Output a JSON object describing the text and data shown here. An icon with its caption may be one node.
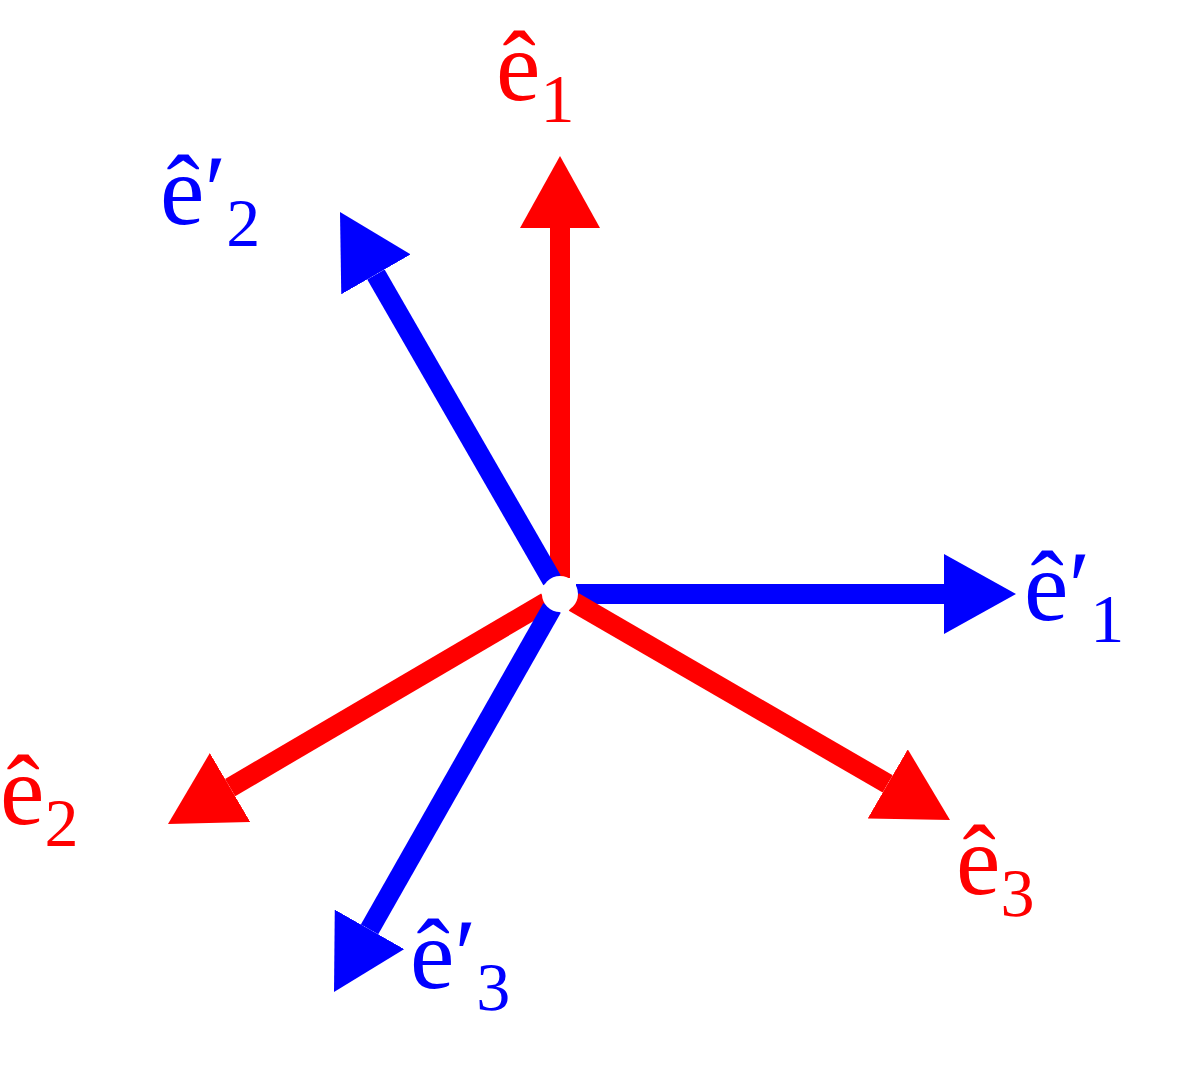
{
  "diagram": {
    "nodes": [
      {
        "text": [],
        "shape": "circle"
      },
      {
        "text": [
          "ê$_{1}$"
        ]
      },
      {
        "text": [
          "ê′$_{2}$"
        ]
      },
      {
        "text": [
          "ê′$_{1}$"
        ]
      },
      {
        "text": [
          "ê$_{2}$"
        ]
      },
      {
        "text": [
          "ê$_{3}$"
        ]
      },
      {
        "text": [
          "ê′$_{3}$"
        ]
      }
    ],
    "edges": [
      {
        "from": 0,
        "to": 1,
        "arrow": "to",
        "color": "#ff0000"
      },
      {
        "from": 0,
        "to": 2,
        "arrow": "to",
        "color": "#0000ff"
      },
      {
        "from": 0,
        "to": 3,
        "arrow": "to",
        "color": "#0000ff"
      },
      {
        "from": 0,
        "to": 4,
        "arrow": "to",
        "color": "#ff0000"
      },
      {
        "from": 0,
        "to": 5,
        "arrow": "to",
        "color": "#ff0000"
      },
      {
        "from": 0,
        "to": 6,
        "arrow": "to",
        "color": "#0000ff"
      }
    ]
  }
}
